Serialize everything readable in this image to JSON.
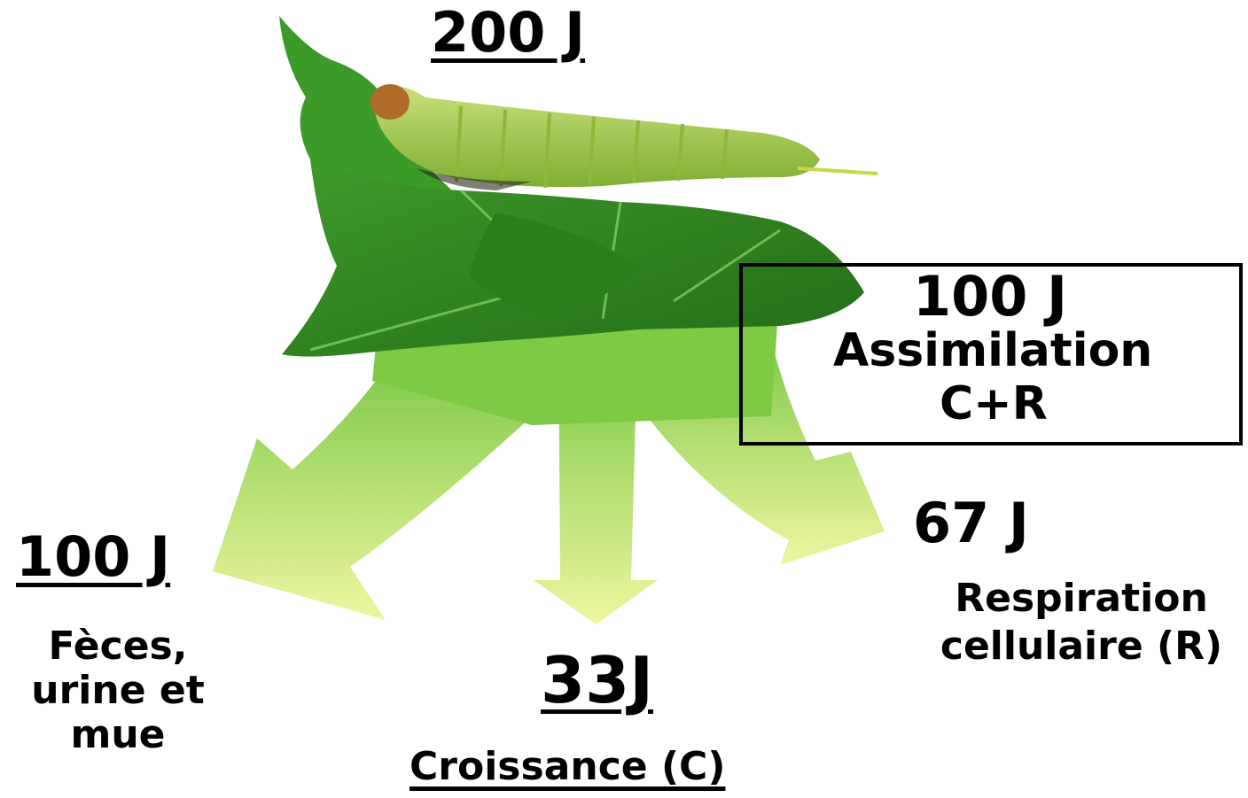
{
  "diagram": {
    "top_value": "200 J",
    "assimilation": {
      "value": "100 J",
      "label": "Assimilation",
      "formula": "C+R"
    },
    "feces": {
      "value": "100 J",
      "label_line1": "Fèces,",
      "label_line2": "urine et",
      "label_line3": "mue"
    },
    "growth": {
      "value": "33J",
      "label": "Croissance (C)"
    },
    "respiration": {
      "value": "67 J",
      "label_line1": "Respiration",
      "label_line2": "cellulaire (R)"
    },
    "colors": {
      "leaf_dark": "#2f7a1f",
      "leaf_light": "#5fb83a",
      "arrow_top": "#6cc33a",
      "arrow_bottom": "#e6f08a",
      "caterpillar": "#a9cf4a"
    }
  }
}
